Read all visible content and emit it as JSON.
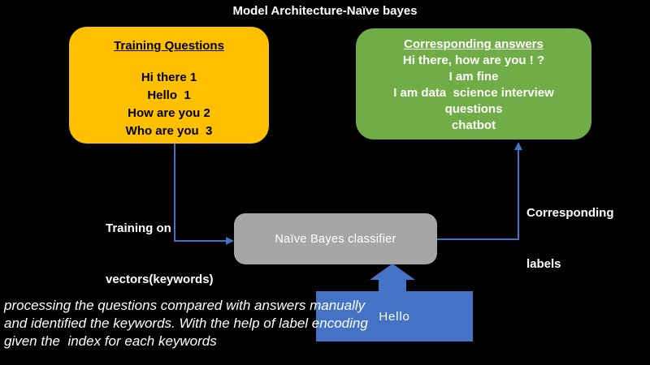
{
  "title": "Model Architecture-Naïve bayes",
  "training_box": {
    "heading": "Training Questions",
    "items": [
      "Hi there 1",
      "Hello  1",
      "How are you 2",
      "Who are you  3"
    ]
  },
  "answers_box": {
    "heading": "Corresponding answers",
    "lines": [
      "Hi there, how are you ! ?",
      "I am fine",
      "I am data  science interview questions",
      "chatbot"
    ]
  },
  "classifier_box": {
    "label": "Naïve Bayes classifier"
  },
  "input_box": {
    "label": "Hello"
  },
  "edge_labels": {
    "left_line1": "Training on",
    "left_line2": "vectors(keywords)",
    "right_line1": "Corresponding",
    "right_line2": "labels"
  },
  "note": {
    "line1": "processing the questions compared with answers manually",
    "line2": "and identified the keywords. With the help of label encoding",
    "line3": "given the  index for each keywords"
  },
  "colors": {
    "background": "#000000",
    "training_box": "#FFC000",
    "answers_box": "#70AD47",
    "classifier_box": "#A6A6A6",
    "input_box": "#4472C4",
    "connector": "#4472C4",
    "text_on_dark": "#FFFFFF",
    "text_on_training": "#000000"
  }
}
